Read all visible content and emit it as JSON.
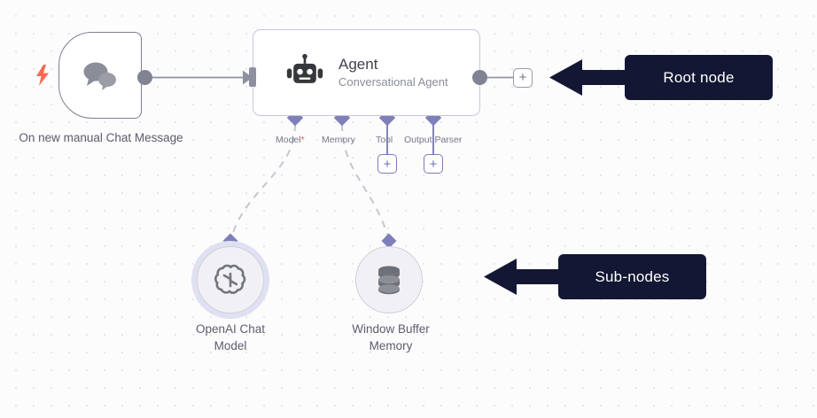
{
  "canvas": {
    "background_color": "#fcfcfd",
    "dot_color": "#e6e6ea"
  },
  "nodes": {
    "trigger": {
      "caption": "On new manual Chat Message",
      "icon": "chat-bubbles-icon",
      "badge_icon": "lightning-bolt-icon",
      "badge_color": "#fa6a52"
    },
    "agent": {
      "title": "Agent",
      "subtitle": "Conversational Agent",
      "icon": "robot-icon",
      "border_color": "#c7c7d6",
      "ports": [
        {
          "label": "Model",
          "required": true,
          "required_marker": "*",
          "has_plus": false
        },
        {
          "label": "Memory",
          "required": false,
          "required_marker": "",
          "has_plus": false
        },
        {
          "label": "Tool",
          "required": false,
          "required_marker": "",
          "has_plus": true
        },
        {
          "label": "Output Parser",
          "required": false,
          "required_marker": "",
          "has_plus": true
        }
      ],
      "output_plus_label": "+"
    },
    "subnodes": [
      {
        "caption": "OpenAI Chat Model",
        "caption_line1": "OpenAI Chat",
        "caption_line2": "Model",
        "icon": "openai-logo-icon",
        "highlighted": true
      },
      {
        "caption": "Window Buffer Memory",
        "caption_line1": "Window Buffer",
        "caption_line2": "Memory",
        "icon": "database-stack-icon",
        "highlighted": false
      }
    ]
  },
  "annotations": [
    {
      "label": "Root node",
      "arrow_direction": "left",
      "color": "#131733"
    },
    {
      "label": "Sub-nodes",
      "arrow_direction": "left",
      "color": "#131733"
    }
  ],
  "glyphs": {
    "plus": "+"
  }
}
